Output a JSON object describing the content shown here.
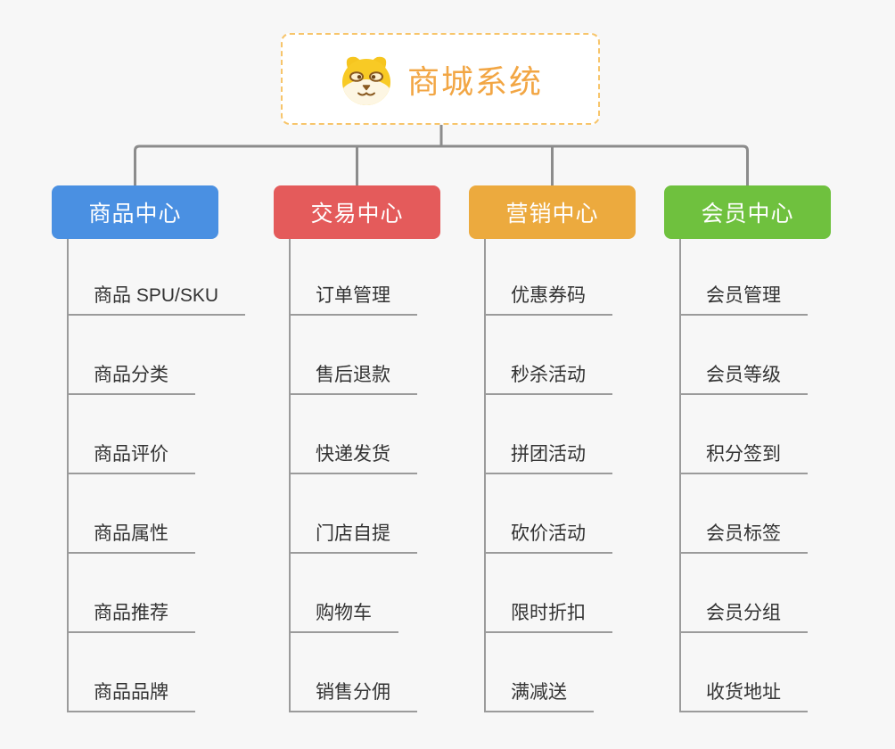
{
  "colors": {
    "background": "#f7f7f7",
    "connector": "#8c8c8c",
    "line": "#9b9b9b",
    "item-text": "#333333",
    "root-border": "#f7c56b",
    "root-title": "#f2a644",
    "branch-text": "#ffffff"
  },
  "root": {
    "title": "商城系统",
    "icon": "shiba-dog-icon"
  },
  "branches": [
    {
      "label": "商品中心",
      "color": "#4a90e2",
      "children": [
        "商品 SPU/SKU",
        "商品分类",
        "商品评价",
        "商品属性",
        "商品推荐",
        "商品品牌"
      ]
    },
    {
      "label": "交易中心",
      "color": "#e45b5b",
      "children": [
        "订单管理",
        "售后退款",
        "快递发货",
        "门店自提",
        "购物车",
        "销售分佣"
      ]
    },
    {
      "label": "营销中心",
      "color": "#ecaa3e",
      "children": [
        "优惠券码",
        "秒杀活动",
        "拼团活动",
        "砍价活动",
        "限时折扣",
        "满减送"
      ]
    },
    {
      "label": "会员中心",
      "color": "#6fc13e",
      "children": [
        "会员管理",
        "会员等级",
        "积分签到",
        "会员标签",
        "会员分组",
        "收货地址"
      ]
    }
  ]
}
